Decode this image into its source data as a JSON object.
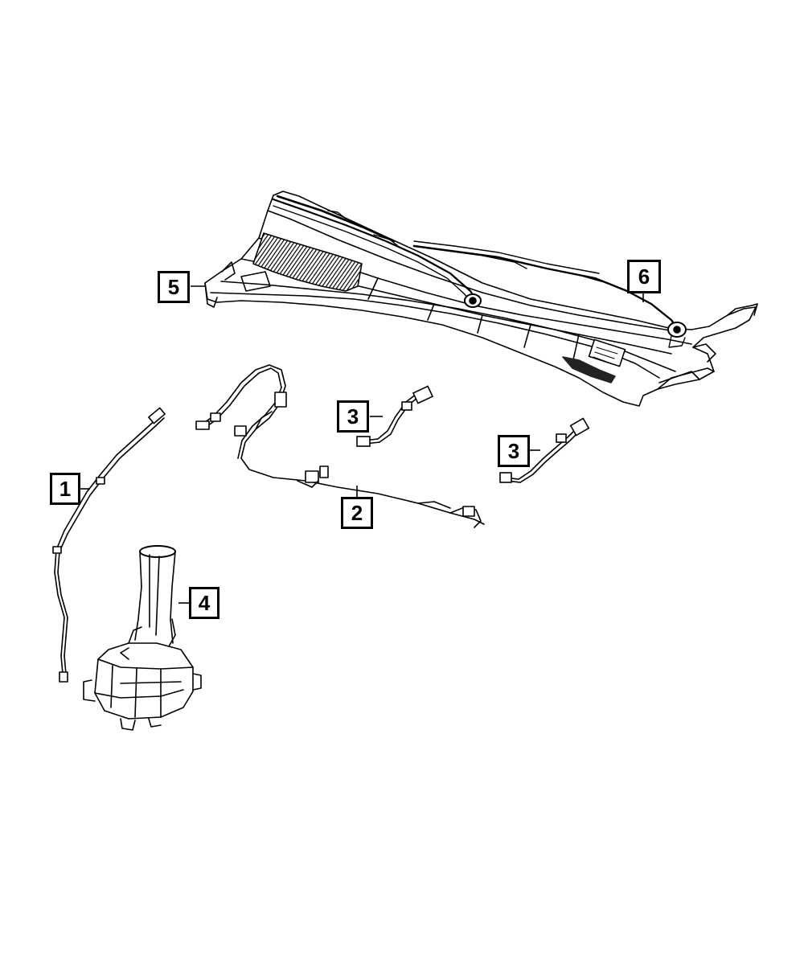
{
  "callouts": [
    {
      "id": "c1",
      "label": "1"
    },
    {
      "id": "c2",
      "label": "2"
    },
    {
      "id": "c3a",
      "label": "3"
    },
    {
      "id": "c3b",
      "label": "3"
    },
    {
      "id": "c4",
      "label": "4"
    },
    {
      "id": "c5",
      "label": "5"
    },
    {
      "id": "c6",
      "label": "6"
    }
  ],
  "colors": {
    "line": "#000000",
    "background": "#ffffff",
    "shade": "#222222"
  }
}
